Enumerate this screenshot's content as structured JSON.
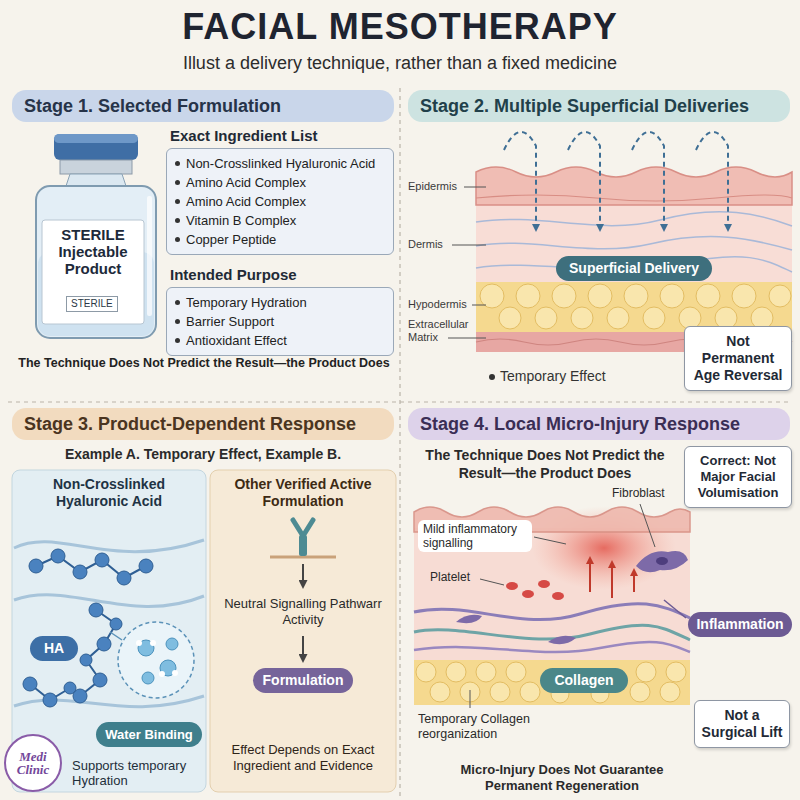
{
  "diagram": {
    "title": "FACIAL MESOTHERAPY",
    "nodes": [
      {
        "text": [
          "Stage 1. Selected Formulation"
        ]
      },
      {
        "text": [
          "STERILE Injectable Product",
          "STERILE"
        ],
        "in": 0
      },
      {
        "text": [
          "Exact Ingredient List",
          "Non-Crosslinked Hyaluronic Acid",
          "Amino Acid Complex",
          "Amino Acid Complex",
          "Vitamin B Complex",
          "Copper Peptide"
        ],
        "in": 0
      },
      {
        "text": [
          "Intended Purpose",
          "Temporary Hydration",
          "Barrier Support",
          "Antioxidant Effect"
        ],
        "in": 0
      },
      {
        "text": [
          "Stage 2. Multiple Superficial Deliveries"
        ]
      },
      {
        "text": [
          "Superficial Delivery"
        ],
        "in": 4
      },
      {
        "text": [
          "Not Permanent Age Reversal"
        ],
        "in": 4
      },
      {
        "text": [
          "Stage 3. Product-Dependent Response",
          "Example A. Temporary Effect, Example B."
        ]
      },
      {
        "text": [
          "Non-Crosslinked Hyaluronic Acid",
          "Supports temporary Hydration"
        ],
        "in": 7
      },
      {
        "text": [
          "HA"
        ],
        "in": 8
      },
      {
        "text": [
          "Water Binding"
        ],
        "in": 8
      },
      {
        "text": [
          "Other Verified Active Formulation",
          "Effect Depends on Exact Ingredient and Evidence"
        ],
        "in": 7
      },
      {
        "text": [
          "Formulation"
        ],
        "in": 11
      },
      {
        "text": [
          "Stage 4. Local Micro-Injury Response",
          "The Technique Does Not Predict the Result—the Product Does",
          "Micro-Injury Does Not Guarantee Permanent Regeneration"
        ]
      },
      {
        "text": [
          "Correct: Not Major Facial Volumisation"
        ],
        "in": 13
      },
      {
        "text": [
          "Inflammation"
        ],
        "in": 13
      },
      {
        "text": [
          "Collagen"
        ],
        "in": 13
      },
      {
        "text": [
          "Not a Surgical Lift"
        ],
        "in": 13
      },
      {
        "text": [
          "Medi Clinic"
        ]
      }
    ],
    "labels": [
      "Illust a delivery technique, rather than a fixed medicine",
      "The Technique Does Not Predict the Result—the Product Does",
      "Temporary Effect",
      "Epidermis",
      "Dermis",
      "Hypodermis",
      "Extracellular Matrix",
      "Neutral Signalling Pathwarr Activity",
      "Fibroblast",
      "Mild inflammatory signalling",
      "Platelet",
      "Temporary Collagen reorganization"
    ]
  }
}
